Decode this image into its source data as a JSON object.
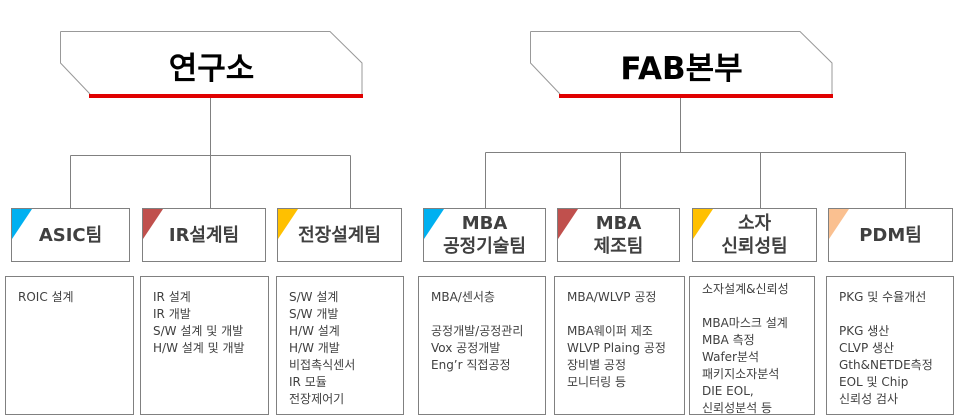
{
  "headers": [
    {
      "title": "연구소"
    },
    {
      "title": "FAB본부"
    }
  ],
  "colors": {
    "accent_red": "#e00000",
    "blue": "#00b0f0",
    "red": "#c0504d",
    "yellow": "#ffc000",
    "peach": "#fac090",
    "border": "#808080"
  },
  "teams": [
    {
      "name": "ASIC팀",
      "corner": "#00b0f0",
      "items": [
        "ROIC 설계"
      ]
    },
    {
      "name": "IR설계팀",
      "corner": "#c0504d",
      "items": [
        "IR 설계",
        "IR 개발",
        "S/W 설계 및 개발",
        "H/W 설계 및 개발"
      ]
    },
    {
      "name": "전장설계팀",
      "corner": "#ffc000",
      "items": [
        "S/W 설계",
        "S/W 개발",
        "H/W 설계",
        "H/W 개발",
        "비접촉식센서",
        "IR 모듈",
        "전장제어기"
      ]
    },
    {
      "name": "MBA\n공정기술팀",
      "corner": "#00b0f0",
      "items": [
        "MBA/센서층",
        "",
        "공정개발/공정관리",
        "Vox 공정개발",
        "Eng’r 직접공정"
      ]
    },
    {
      "name": "MBA\n제조팀",
      "corner": "#c0504d",
      "items": [
        "MBA/WLVP 공정",
        "",
        "MBA웨이퍼 제조",
        "WLVP Plaing 공정",
        "장비별 공정",
        "모니터링 등"
      ]
    },
    {
      "name": "소자\n신뢰성팀",
      "corner": "#ffc000",
      "items": [
        "소자설계&신뢰성",
        "",
        "MBA마스크 설계",
        "MBA 측정",
        "Wafer분석",
        "패키지소자분석",
        "DIE EOL,",
        "신뢰성분석 등"
      ]
    },
    {
      "name": "PDM팀",
      "corner": "#fac090",
      "items": [
        "PKG 및 수율개선",
        "",
        "PKG 생산",
        "CLVP 생산",
        "Gth&NETDE측정",
        "EOL 및 Chip",
        "신뢰성 검사"
      ]
    }
  ]
}
